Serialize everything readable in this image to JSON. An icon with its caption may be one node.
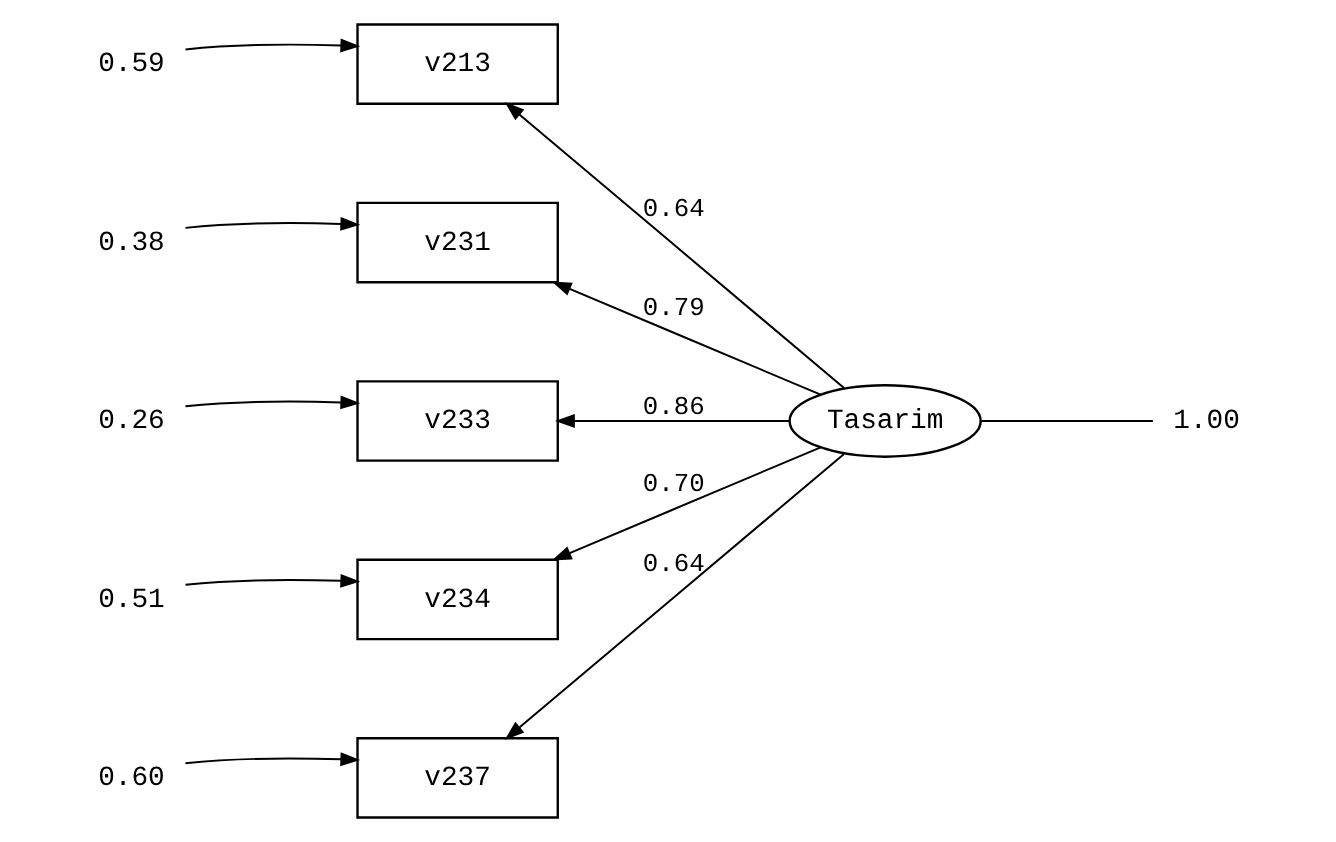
{
  "diagram": {
    "nodes": [
      {
        "text": [
          "v213"
        ]
      },
      {
        "text": [
          "v231"
        ]
      },
      {
        "text": [
          "v233"
        ]
      },
      {
        "text": [
          "v234"
        ]
      },
      {
        "text": [
          "v237"
        ]
      },
      {
        "text": [
          "Tasarim"
        ]
      },
      {
        "text": [
          "0.59"
        ]
      },
      {
        "text": [
          "0.38"
        ]
      },
      {
        "text": [
          "0.26"
        ]
      },
      {
        "text": [
          "0.51"
        ]
      },
      {
        "text": [
          "0.60"
        ]
      },
      {
        "text": [
          "1.00"
        ]
      }
    ],
    "edges": [
      {
        "from": 5,
        "to": 0,
        "arrow": "to",
        "label": "0.64"
      },
      {
        "from": 5,
        "to": 1,
        "arrow": "to",
        "label": "0.79"
      },
      {
        "from": 5,
        "to": 2,
        "arrow": "to",
        "label": "0.86"
      },
      {
        "from": 5,
        "to": 3,
        "arrow": "to",
        "label": "0.70"
      },
      {
        "from": 5,
        "to": 4,
        "arrow": "to",
        "label": "0.64"
      },
      {
        "from": 6,
        "to": 0,
        "arrow": "to"
      },
      {
        "from": 7,
        "to": 1,
        "arrow": "to"
      },
      {
        "from": 8,
        "to": 2,
        "arrow": "to"
      },
      {
        "from": 9,
        "to": 3,
        "arrow": "to"
      },
      {
        "from": 10,
        "to": 4,
        "arrow": "to"
      },
      {
        "from": 11,
        "to": 5,
        "arrow": "none"
      }
    ]
  }
}
